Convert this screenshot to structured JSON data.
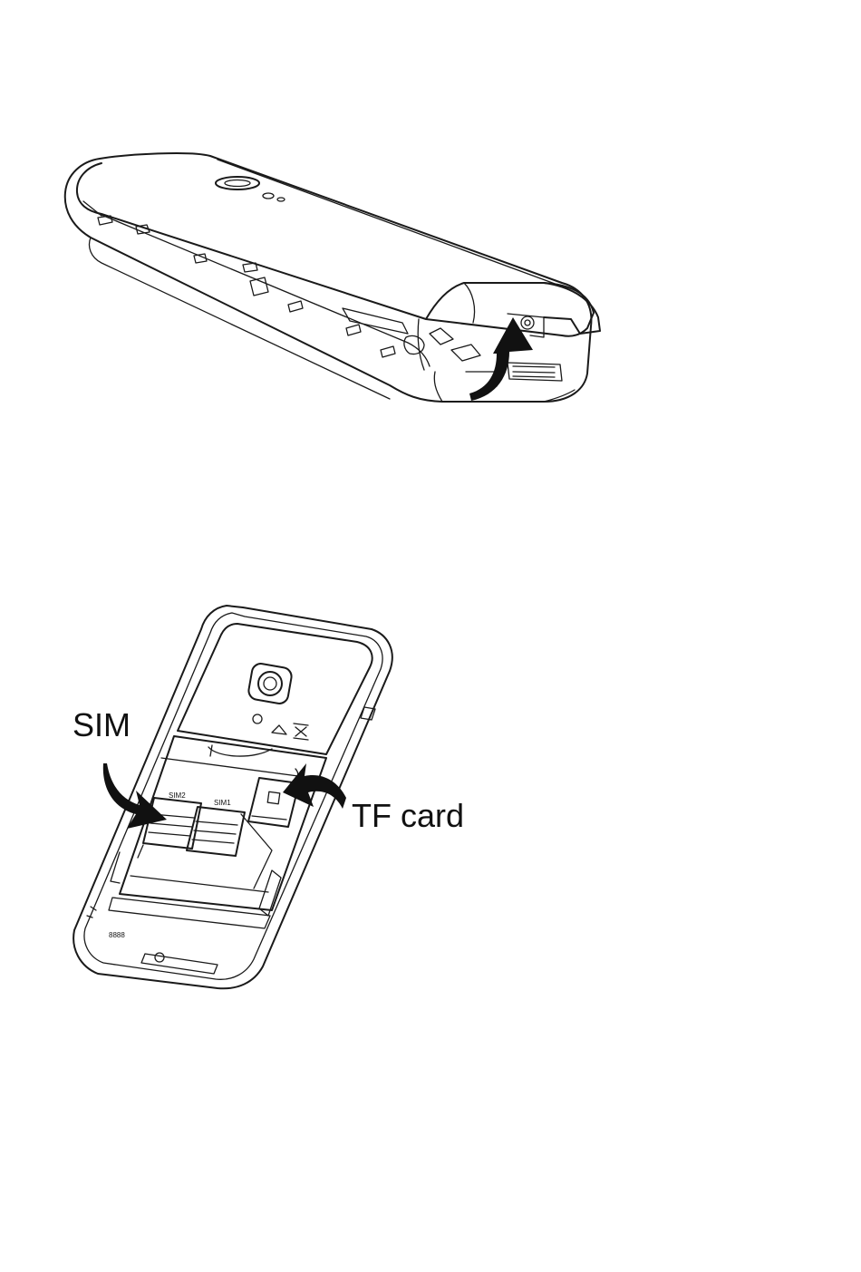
{
  "figure_1": {
    "description_icon": "open-back-cover-arrow-icon"
  },
  "figure_2": {
    "labels": {
      "sim": "SIM",
      "tf_card": "TF card",
      "sim2_slot": "SIM2",
      "sim1_slot": "SIM1",
      "battery_contacts": "8888"
    }
  },
  "colors": {
    "line": "#1a1a1a",
    "background": "#ffffff"
  }
}
